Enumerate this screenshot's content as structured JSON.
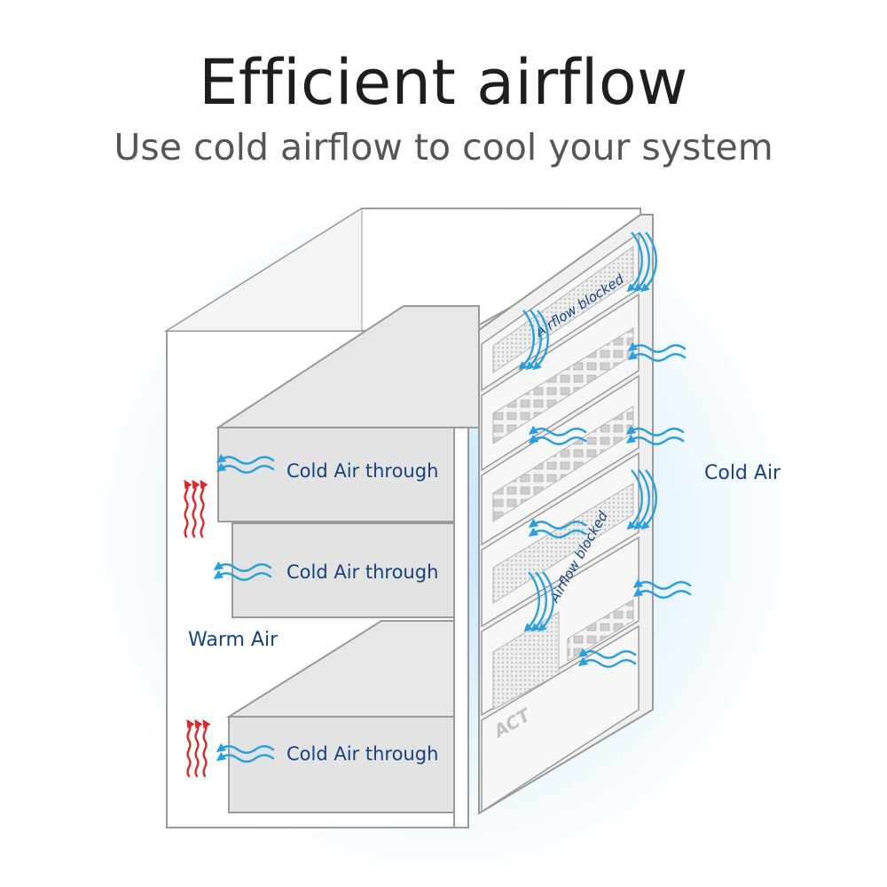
{
  "title": "Efficient airflow",
  "subtitle": "Use cold airflow to cool your system",
  "labels": {
    "cold_through": "Cold Air through",
    "cold_air": "Cold Air",
    "warm_air": "Warm Air",
    "airflow_blocked": "Airflow blocked",
    "brand": "ACT"
  },
  "colors": {
    "cold": "#2aa0dd",
    "warm": "#d9292b",
    "label": "#16427f",
    "frame": "#9a9a9a"
  }
}
